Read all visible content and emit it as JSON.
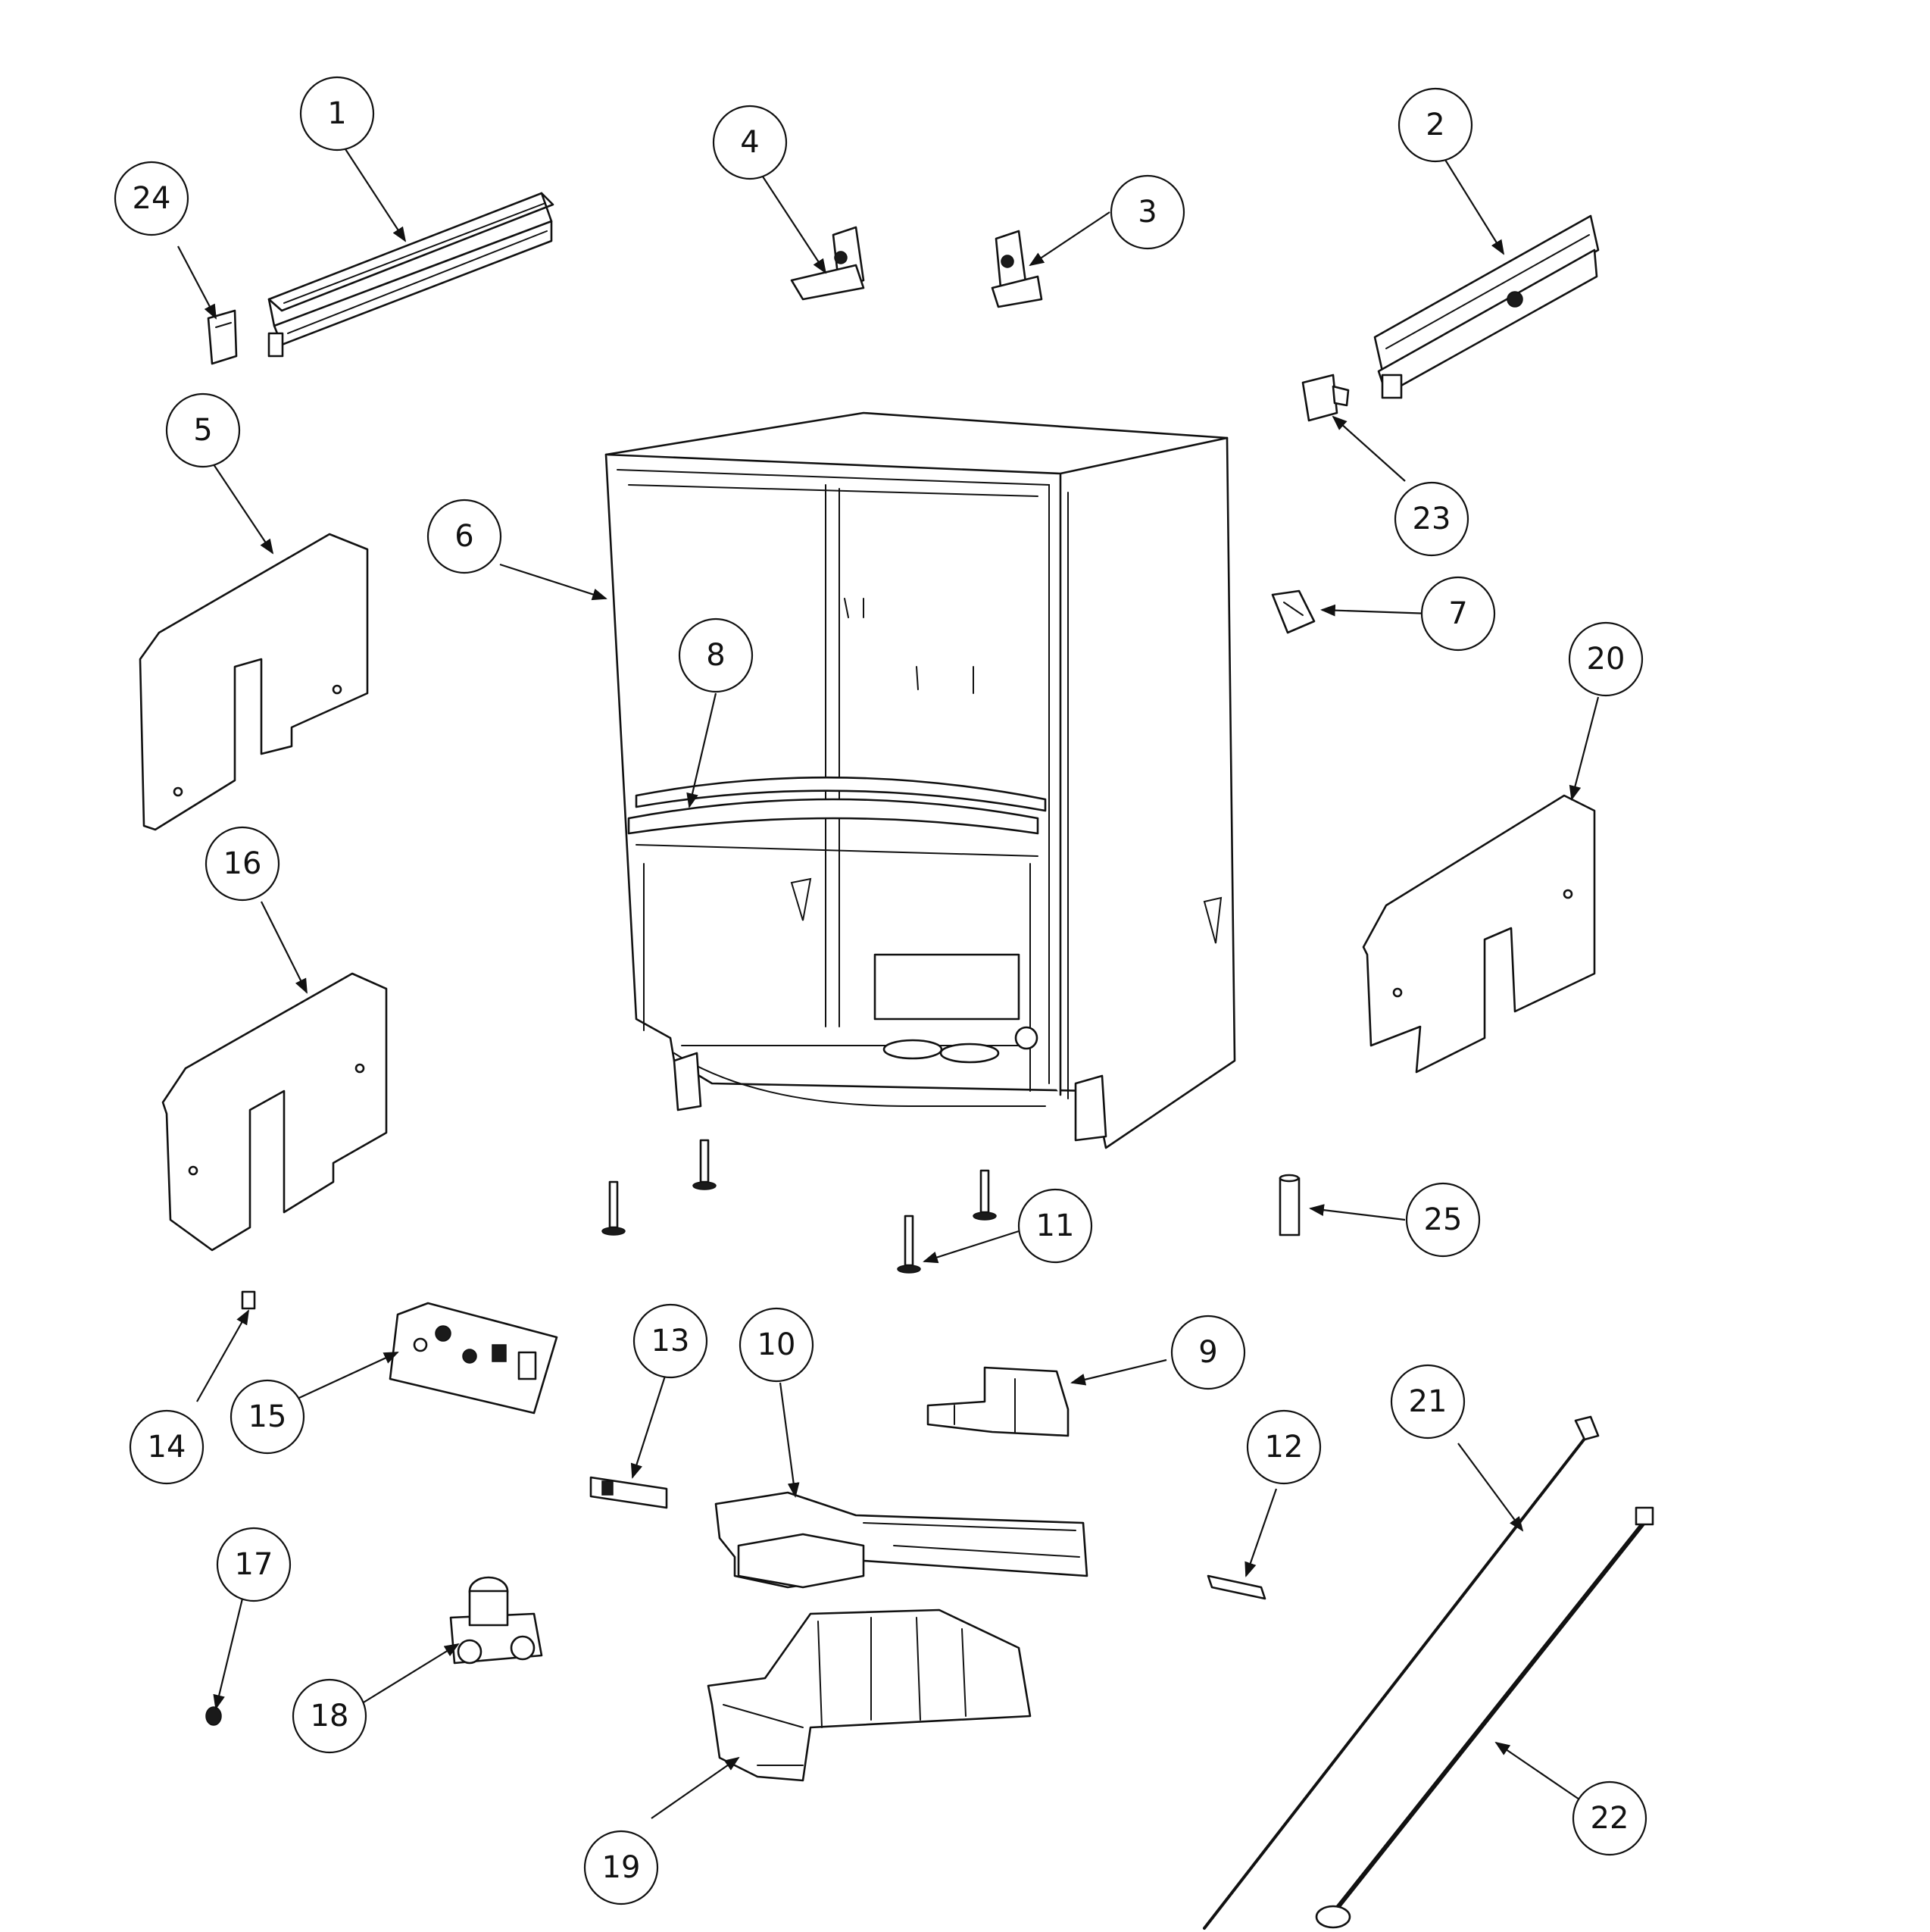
{
  "diagram": {
    "type": "exploded parts diagram",
    "colors": {
      "line": "#111111",
      "background": "#ffffff"
    },
    "callouts": [
      {
        "label": "1"
      },
      {
        "label": "2"
      },
      {
        "label": "3"
      },
      {
        "label": "4"
      },
      {
        "label": "5"
      },
      {
        "label": "6"
      },
      {
        "label": "7"
      },
      {
        "label": "8"
      },
      {
        "label": "9"
      },
      {
        "label": "10"
      },
      {
        "label": "11"
      },
      {
        "label": "12"
      },
      {
        "label": "13"
      },
      {
        "label": "14"
      },
      {
        "label": "15"
      },
      {
        "label": "16"
      },
      {
        "label": "17"
      },
      {
        "label": "18"
      },
      {
        "label": "19"
      },
      {
        "label": "20"
      },
      {
        "label": "21"
      },
      {
        "label": "22"
      },
      {
        "label": "23"
      },
      {
        "label": "24"
      },
      {
        "label": "25"
      }
    ]
  }
}
